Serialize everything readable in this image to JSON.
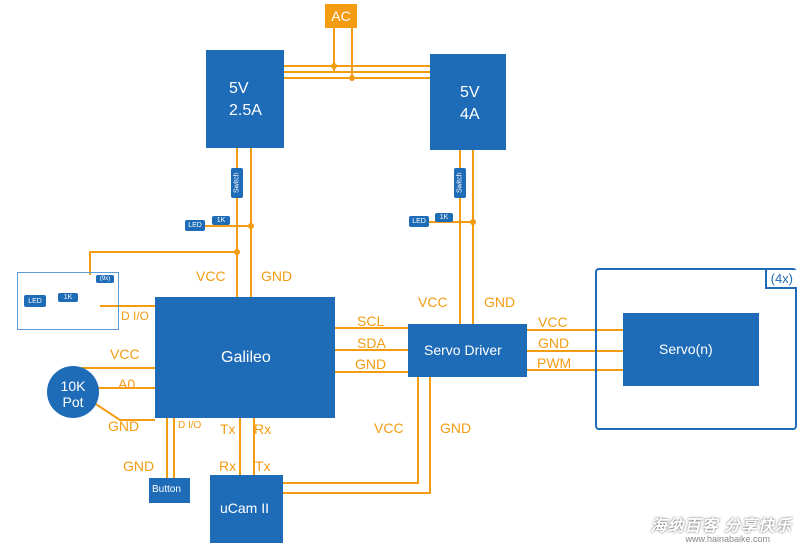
{
  "ac": "AC",
  "psu1": {
    "line1": "5V",
    "line2": "2.5A"
  },
  "psu2": {
    "line1": "5V",
    "line2": "4A"
  },
  "switch_label": "Switch",
  "led_label": "LED",
  "resistor_label": "1K",
  "galileo": "Galileo",
  "servo_driver": "Servo Driver",
  "servo": "Servo(n)",
  "servo_count": "(4x)",
  "ucam": "uCam II",
  "button": "Button",
  "pot": {
    "line1": "10K",
    "line2": "Pot"
  },
  "multi_led_count": "(9x)",
  "labels": {
    "vcc": "VCC",
    "gnd": "GND",
    "scl": "SCL",
    "sda": "SDA",
    "pwm": "PWM",
    "dio": "D I/O",
    "a0": "A0",
    "tx": "Tx",
    "rx": "Rx"
  },
  "colors": {
    "block": "#1e6bb8",
    "wire": "#f39c12"
  },
  "watermark": "海纳百客 分享快乐",
  "watermark_url": "www.hainabaike.com"
}
